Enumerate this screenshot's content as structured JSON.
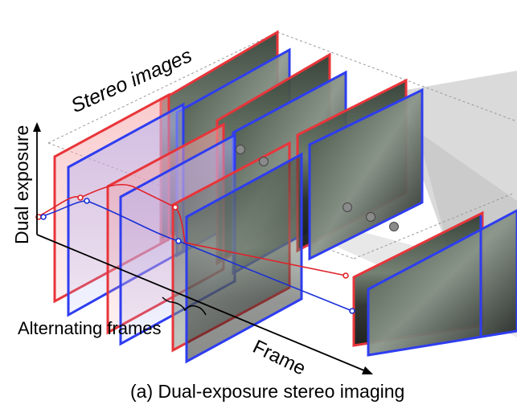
{
  "figure": {
    "caption": "(a) Dual-exposure stereo imaging",
    "labels": {
      "stereo_images": "Stereo images",
      "dual_exposure_axis": "Dual exposure",
      "frame_axis": "Frame",
      "alternating_frames": "Alternating frames"
    },
    "colors": {
      "red_border": "#e8353a",
      "blue_border": "#2e3df0",
      "red_curve": "#e0222a",
      "blue_curve": "#1a2fd6",
      "dots": "#888888",
      "shadow": "#d0d0d0",
      "photo_dark": "#1f2620",
      "photo_mid": "#5a6a5a"
    },
    "icons": [
      "ellipsis-dots-icon",
      "curly-brace-icon",
      "axis-arrow-icon"
    ]
  }
}
